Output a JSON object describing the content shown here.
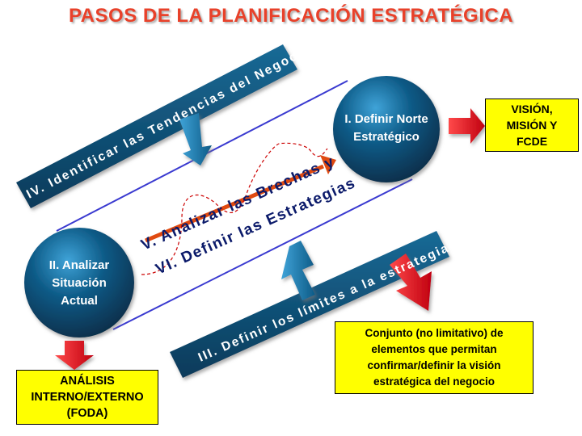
{
  "title": "PASOS DE LA PLANIFICACIÓN ESTRATÉGICA",
  "steps": {
    "step1": {
      "line1": "I. Definir  Norte",
      "line2": "Estratégico"
    },
    "step2": {
      "line1": "II. Analizar",
      "line2": "Situación",
      "line3": "Actual"
    },
    "step3": "III. Definir los  límites a la estrategia",
    "step4": "IV. Identificar las Tendencias del Negocio",
    "step5": "V. Analizar las  Brechas y",
    "step6": "VI. Definir las  Estrategias"
  },
  "boxes": {
    "vision": {
      "line1": "VISIÓN,",
      "line2": "MISIÓN Y",
      "line3": "FCDE"
    },
    "foda": {
      "line1": "ANÁLISIS",
      "line2": "INTERNO/EXTERNO",
      "line3": "(FODA)"
    },
    "conjunto": {
      "line1": "Conjunto (no limitativo) de",
      "line2": "elementos  que permitan",
      "line3": "confirmar/definir  la visión",
      "line4": "estratégica del negocio"
    }
  },
  "colors": {
    "title": "#e8412a",
    "banner": "#0f4e73",
    "circle": "#0d5a86",
    "box_fill": "#ffff00",
    "arrow_red": "#e3001b",
    "arrow_blue": "#1a7fb8",
    "parallelogram": "#3a3ad0",
    "main_arrow": "#e04a10"
  }
}
